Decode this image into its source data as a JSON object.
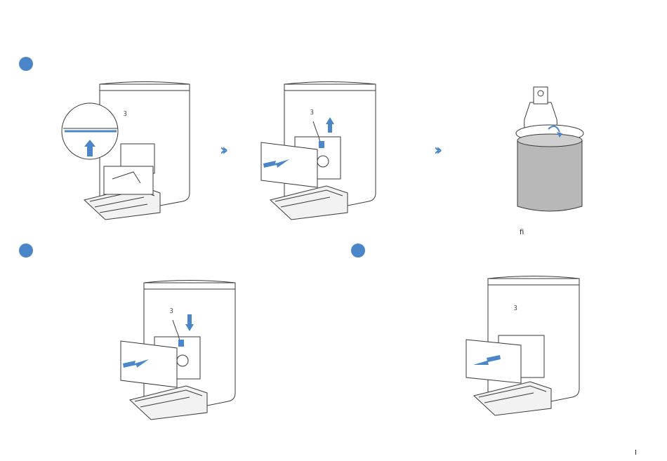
{
  "page": {
    "footer_mark": "I"
  },
  "steps": [
    {
      "panel": "remove-dust-bag",
      "images": 3
    },
    {
      "panel": "install-dust-bag",
      "images": 1
    },
    {
      "panel": "close-cover",
      "images": 1
    }
  ],
  "notes": {
    "note_text": "fi"
  },
  "colors": {
    "accent": "#4a86c8",
    "line": "#3a3a3a",
    "bin_fill": "#b8b8b8"
  },
  "icons": [
    "step-number-icon",
    "double-chevron-icon",
    "arrow-up-icon",
    "arrow-down-icon",
    "arrow-left-icon",
    "arrow-right-icon"
  ]
}
